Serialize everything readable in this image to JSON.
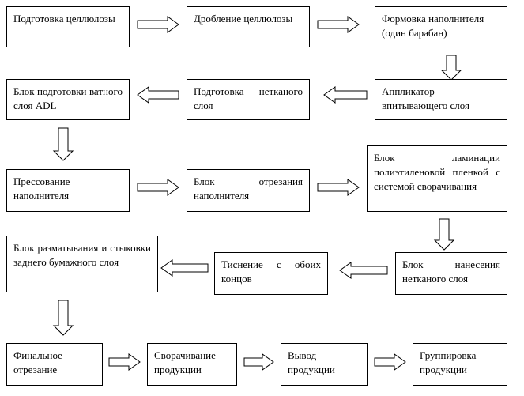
{
  "boxes": [
    {
      "id": "cellulose-prep",
      "text": "Подготовка целлюлозы"
    },
    {
      "id": "cellulose-crush",
      "text": "Дробление целлюлозы"
    },
    {
      "id": "filler-forming",
      "text": "Формовка наполнителя (один барабан)"
    },
    {
      "id": "adl-prep",
      "text": "Блок подготовки ватного слоя ADL"
    },
    {
      "id": "nonwoven-prep",
      "text": "Подготовка нетканого слоя"
    },
    {
      "id": "absorbent-applicator",
      "text": "Аппликатор впитывающего слоя"
    },
    {
      "id": "filler-pressing",
      "text": "Прессование наполнителя"
    },
    {
      "id": "filler-cutting",
      "text": "Блок отрезания наполнителя"
    },
    {
      "id": "film-lamination",
      "text": "Блок ламинации полиэтиленовой пленкой с системой сворачивания"
    },
    {
      "id": "back-paper-unwind",
      "text": "Блок разматывания и стыковки заднего бумажного слоя"
    },
    {
      "id": "embossing",
      "text": "Тиснение с обоих концов"
    },
    {
      "id": "nonwoven-apply",
      "text": "Блок нанесения нетканого слоя"
    },
    {
      "id": "final-cut",
      "text": "Финальное отрезание"
    },
    {
      "id": "product-folding",
      "text": "Сворачивание продукции"
    },
    {
      "id": "product-output",
      "text": "Вывод продукции"
    },
    {
      "id": "product-grouping",
      "text": "Группировка продукции"
    }
  ]
}
